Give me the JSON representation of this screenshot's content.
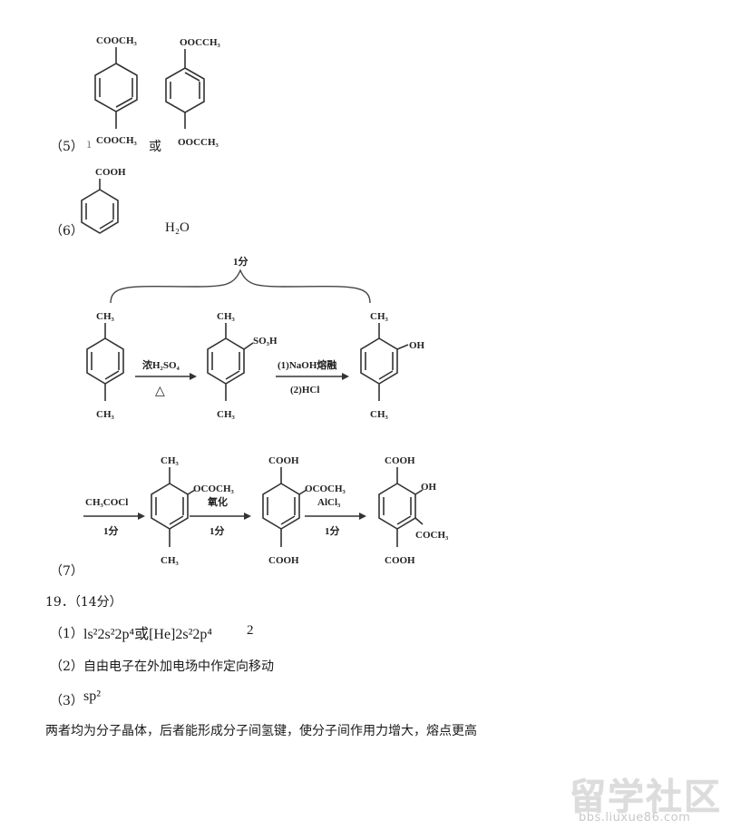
{
  "item5": {
    "label": "（5）",
    "tick": "ı",
    "or_word": "或",
    "mol_a": {
      "top_group": "COOCH₃",
      "bottom_group": "COOCH₃"
    },
    "mol_b": {
      "top_group": "OOCCH₃",
      "bottom_group": "OOCCH₃"
    }
  },
  "item6": {
    "label": "（6）",
    "mol": {
      "top_group": "COOH"
    },
    "water": "H₂O"
  },
  "scheme": {
    "brace_label": "1分",
    "mol1": {
      "top": "CH₃",
      "bottom": "CH₃"
    },
    "arrow1": {
      "above": "浓H₂SO₄",
      "below": "△"
    },
    "mol2": {
      "top": "CH₃",
      "side": "SO₃H",
      "bottom": "CH₃"
    },
    "arrow2": {
      "above": "(1)NaOH熔融",
      "below": "(2)HCl"
    },
    "mol3": {
      "top": "CH₃",
      "side": "OH",
      "bottom": "CH₃"
    },
    "arrow3": {
      "above": "CH₃COCl",
      "below": "1分"
    },
    "mol4": {
      "top": "CH₃",
      "side": "OCOCH₃",
      "bottom": "CH₃"
    },
    "arrow4": {
      "above": "氧化",
      "below": "1分"
    },
    "mol5": {
      "top": "COOH",
      "side": "OCOCH₃",
      "bottom": "COOH"
    },
    "arrow5": {
      "above": "AlCl₃",
      "below": "1分"
    },
    "mol6": {
      "top": "COOH",
      "side": "OH",
      "side2": "COCH₃",
      "bottom": "COOH"
    }
  },
  "item7": {
    "label": "（7）"
  },
  "q19": {
    "heading": "19．（14分）",
    "a1_label": "（1）",
    "a1_text": "ls²2s²2p⁴或[He]2s²2p⁴",
    "a1_extra": "2",
    "a2_label": "（2）",
    "a2_text": "自由电子在外加电场中作定向移动",
    "a3_label": "（3）",
    "a3_text": "sp²",
    "explanation": "两者均为分子晶体，后者能形成分子间氢键，使分子间作用力增大，熔点更高"
  },
  "watermark": {
    "main": "留学社区",
    "sub": "bbs.liuxue86.com"
  }
}
